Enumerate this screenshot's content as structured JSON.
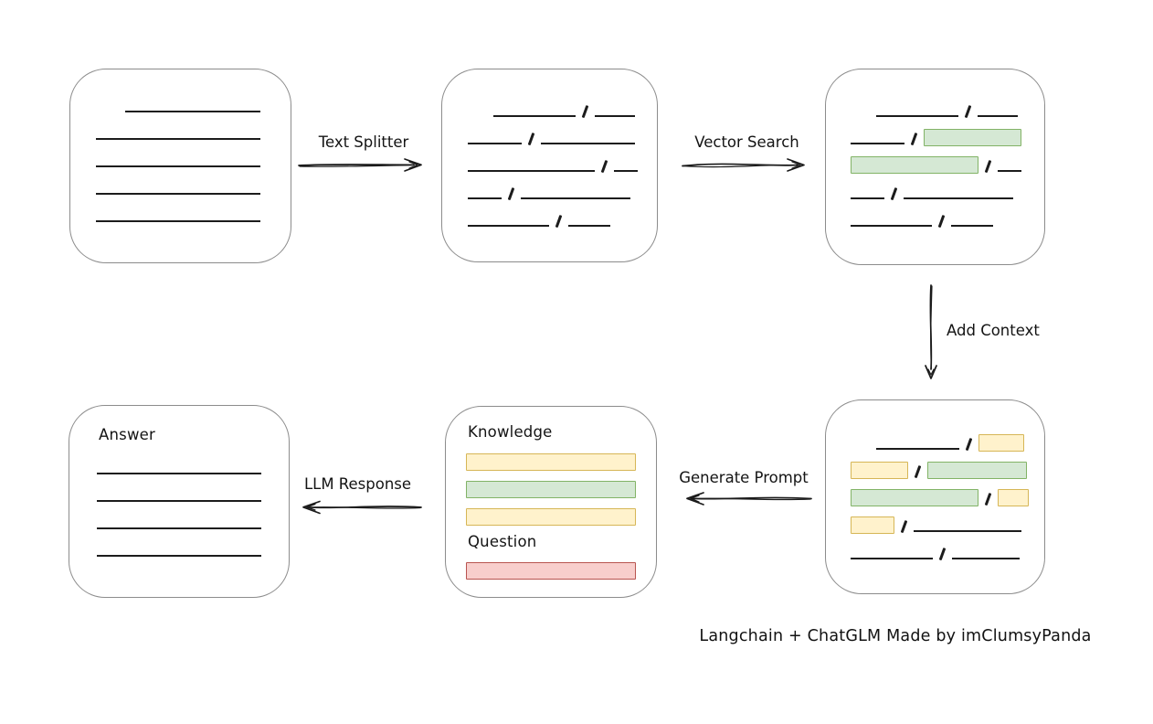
{
  "palette": {
    "green": {
      "fill": "#d5e8d4",
      "border": "#82b366"
    },
    "yellow": {
      "fill": "#fff2cc",
      "border": "#d6b656"
    },
    "red": {
      "fill": "#f8cecc",
      "border": "#b85450"
    },
    "line_color": "#1c1c1c",
    "box_border_color": "#8c8c8c"
  },
  "caption": "Langchain + ChatGLM Made by imClumsyPanda",
  "arrows": {
    "text_splitter": {
      "label": "Text Splitter"
    },
    "vector_search": {
      "label": "Vector Search"
    },
    "add_context": {
      "label": "Add Context"
    },
    "generate_prompt": {
      "label": "Generate Prompt"
    },
    "llm_response": {
      "label": "LLM Response"
    }
  },
  "boxes": {
    "document": {
      "rows": [
        [
          {
            "t": "indent",
            "w": 32
          },
          {
            "t": "line",
            "w": 148
          }
        ],
        [
          {
            "t": "line",
            "w": 180
          }
        ],
        [
          {
            "t": "line",
            "w": 180
          }
        ],
        [
          {
            "t": "line",
            "w": 180
          }
        ],
        [
          {
            "t": "line",
            "w": 180
          }
        ]
      ]
    },
    "split_text": {
      "rows": [
        [
          {
            "t": "indent",
            "w": 28
          },
          {
            "t": "line",
            "w": 90
          },
          {
            "t": "slash"
          },
          {
            "t": "line",
            "w": 44
          }
        ],
        [
          {
            "t": "line",
            "w": 59
          },
          {
            "t": "slash"
          },
          {
            "t": "line",
            "w": 103
          }
        ],
        [
          {
            "t": "line",
            "w": 139
          },
          {
            "t": "slash"
          },
          {
            "t": "line",
            "w": 26
          }
        ],
        [
          {
            "t": "line",
            "w": 37
          },
          {
            "t": "slash"
          },
          {
            "t": "line",
            "w": 120
          }
        ],
        [
          {
            "t": "line",
            "w": 89
          },
          {
            "t": "slash"
          },
          {
            "t": "line",
            "w": 46
          }
        ]
      ]
    },
    "vector_result": {
      "rows": [
        [
          {
            "t": "indent",
            "w": 28
          },
          {
            "t": "line",
            "w": 90
          },
          {
            "t": "slash"
          },
          {
            "t": "line",
            "w": 44
          }
        ],
        [
          {
            "t": "line",
            "w": 59
          },
          {
            "t": "slash"
          },
          {
            "t": "chunk",
            "c": "green",
            "w": 105
          }
        ],
        [
          {
            "t": "chunk",
            "c": "green",
            "w": 138
          },
          {
            "t": "slash"
          },
          {
            "t": "line",
            "w": 26
          }
        ],
        [
          {
            "t": "line",
            "w": 37
          },
          {
            "t": "slash"
          },
          {
            "t": "line",
            "w": 120
          }
        ],
        [
          {
            "t": "line",
            "w": 89
          },
          {
            "t": "slash"
          },
          {
            "t": "line",
            "w": 46
          }
        ]
      ]
    },
    "context_result": {
      "rows": [
        [
          {
            "t": "indent",
            "w": 28
          },
          {
            "t": "line",
            "w": 91
          },
          {
            "t": "slash"
          },
          {
            "t": "chunk",
            "c": "yellow",
            "w": 48
          }
        ],
        [
          {
            "t": "chunk",
            "c": "yellow",
            "w": 61
          },
          {
            "t": "slash"
          },
          {
            "t": "chunk",
            "c": "green",
            "w": 107
          }
        ],
        [
          {
            "t": "chunk",
            "c": "green",
            "w": 138
          },
          {
            "t": "slash"
          },
          {
            "t": "chunk",
            "c": "yellow",
            "w": 32
          }
        ],
        [
          {
            "t": "chunk",
            "c": "yellow",
            "w": 46
          },
          {
            "t": "slash"
          },
          {
            "t": "line",
            "w": 118
          }
        ],
        [
          {
            "t": "line",
            "w": 90
          },
          {
            "t": "slash"
          },
          {
            "t": "line",
            "w": 74
          }
        ]
      ]
    },
    "prompt": {
      "knowledge_label": "Knowledge",
      "question_label": "Question",
      "knowledge_rows": [
        [
          {
            "t": "chunk",
            "c": "yellow",
            "w": 184
          }
        ],
        [
          {
            "t": "chunk",
            "c": "green",
            "w": 184
          }
        ],
        [
          {
            "t": "chunk",
            "c": "yellow",
            "w": 184
          }
        ]
      ],
      "question_rows": [
        [
          {
            "t": "chunk",
            "c": "red",
            "w": 184
          }
        ]
      ]
    },
    "answer": {
      "label": "Answer",
      "rows": [
        [
          {
            "t": "line",
            "w": 180
          }
        ],
        [
          {
            "t": "line",
            "w": 180
          }
        ],
        [
          {
            "t": "line",
            "w": 180
          }
        ],
        [
          {
            "t": "line",
            "w": 180
          }
        ]
      ]
    }
  }
}
